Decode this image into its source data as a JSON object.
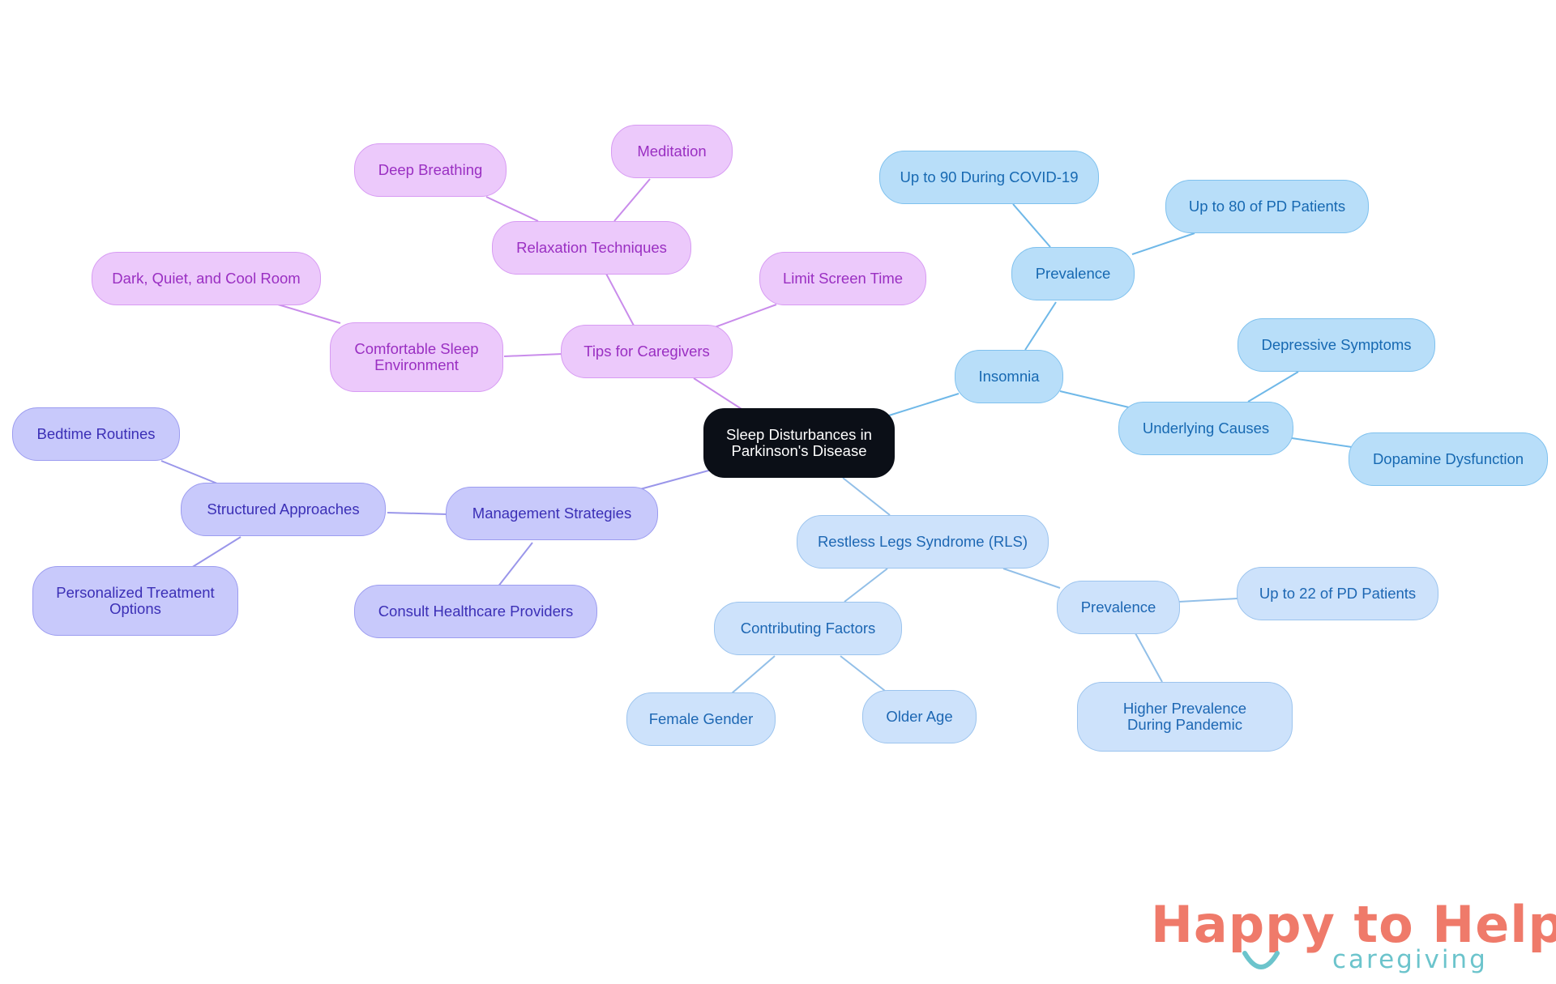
{
  "diagram": {
    "root": "Sleep Disturbances in Parkinson's Disease",
    "tips": {
      "label": "Tips for Caregivers",
      "relaxation": "Relaxation Techniques",
      "meditation": "Meditation",
      "deep_breathing": "Deep Breathing",
      "limit_screen": "Limit Screen Time",
      "environment": "Comfortable Sleep Environment",
      "dark_room": "Dark, Quiet, and Cool Room"
    },
    "management": {
      "label": "Management Strategies",
      "structured": "Structured Approaches",
      "bedtime": "Bedtime Routines",
      "personalized": "Personalized Treatment Options",
      "consult": "Consult Healthcare Providers"
    },
    "insomnia": {
      "label": "Insomnia",
      "prevalence": "Prevalence",
      "covid": "Up to 90 During COVID-19",
      "pd80": "Up to 80 of PD Patients",
      "causes": "Underlying Causes",
      "depressive": "Depressive Symptoms",
      "dopamine": "Dopamine Dysfunction"
    },
    "rls": {
      "label": "Restless Legs Syndrome (RLS)",
      "factors": "Contributing Factors",
      "female": "Female Gender",
      "older": "Older Age",
      "prevalence": "Prevalence",
      "pd22": "Up to 22 of PD Patients",
      "pandemic": "Higher Prevalence During Pandemic"
    }
  },
  "logo": {
    "title": "Happy to Help",
    "subtitle": "caregiving"
  },
  "colors": {
    "purple_edge": "#c98ceb",
    "indigo_edge": "#9a96ea",
    "sky_edge": "#6fb8e8",
    "pale_edge": "#92bfe8",
    "logo_coral": "#ef7a6a",
    "logo_teal": "#6cc4cc"
  }
}
